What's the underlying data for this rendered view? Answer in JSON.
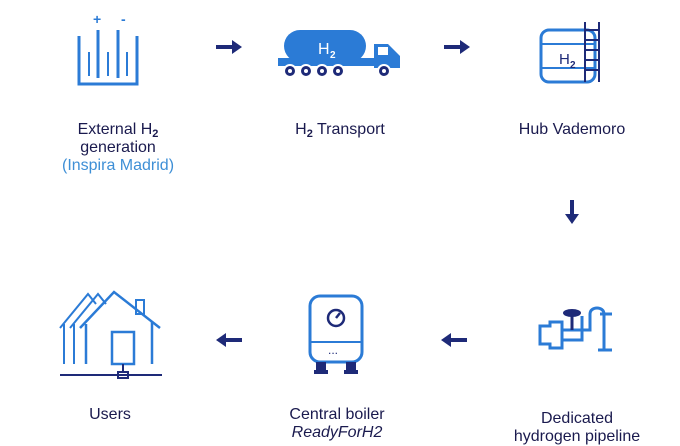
{
  "colors": {
    "primary": "#1e2a78",
    "accent": "#2b7bd6",
    "light": "#3e8fd6"
  },
  "nodes": {
    "electrolysis": {
      "label_pre": "External H",
      "label_sub": "2",
      "label_post": "generation",
      "sublabel": "(Inspira Madrid)",
      "plus": "+",
      "minus": "-"
    },
    "transport": {
      "label_pre": "H",
      "label_sub": "2",
      "label_post": " Transport",
      "tank_text": "H",
      "tank_sub": "2"
    },
    "hub": {
      "label": "Hub Vademoro",
      "tank_text": "H",
      "tank_sub": "2"
    },
    "pipeline": {
      "label_line1": "Dedicated",
      "label_line2": "hydrogen pipeline"
    },
    "boiler": {
      "label": "Central boiler",
      "sublabel": "ReadyForH2",
      "dots": "..."
    },
    "users": {
      "label": "Users"
    }
  }
}
